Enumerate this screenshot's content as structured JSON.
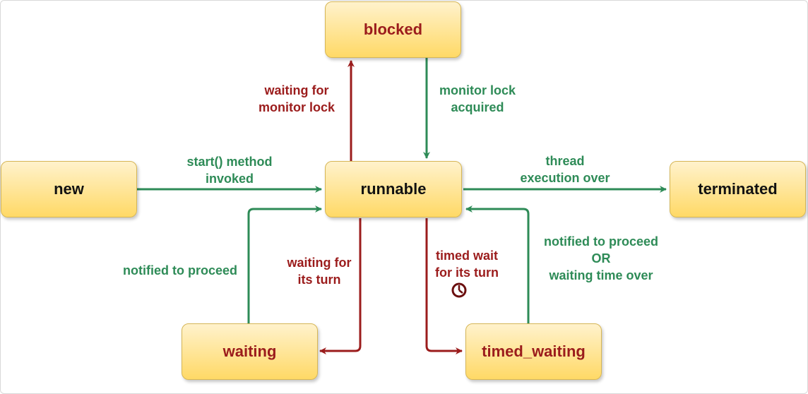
{
  "colors": {
    "green": "#2e8b57",
    "red": "#9b1c1c",
    "state_fill_top": "#fff2cc",
    "state_fill_bottom": "#ffd966",
    "state_border": "#d6b656"
  },
  "states": {
    "blocked": "blocked",
    "new": "new",
    "runnable": "runnable",
    "terminated": "terminated",
    "waiting": "waiting",
    "timed_waiting": "timed_waiting"
  },
  "transitions": {
    "waiting_for_monitor_lock": [
      "waiting for",
      "monitor lock"
    ],
    "monitor_lock_acquired": [
      "monitor lock",
      "acquired"
    ],
    "start_method_invoked": [
      "start() method",
      "invoked"
    ],
    "thread_execution_over": [
      "thread",
      "execution over"
    ],
    "notified_to_proceed": "notified to proceed",
    "waiting_for_its_turn": [
      "waiting for",
      "its turn"
    ],
    "timed_wait_for_its_turn": [
      "timed wait",
      "for its turn"
    ],
    "notified_or_time_over": [
      "notified to proceed",
      "OR",
      "waiting time over"
    ]
  },
  "icons": {
    "timer": "clock-icon"
  }
}
